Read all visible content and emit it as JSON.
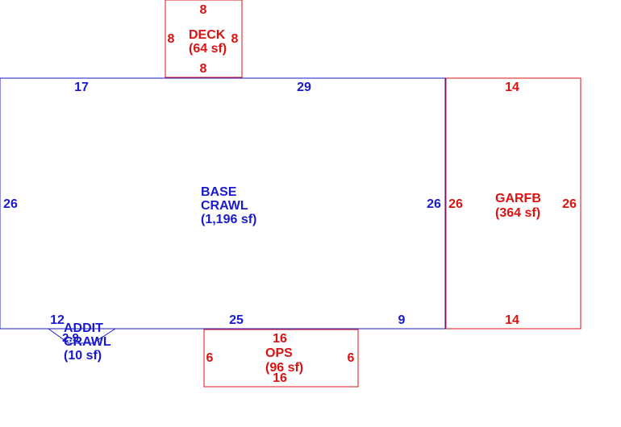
{
  "colors": {
    "base": "#1a1acc",
    "red": "#dd1111"
  },
  "base": {
    "label_1": "BASE",
    "label_2": "CRAWL",
    "area": "(1,196 sf)",
    "dim_top_left": "17",
    "dim_top_right": "29",
    "dim_left": "26",
    "dim_right": "26",
    "dim_bottom_left": "12",
    "dim_bottom_mid": "25",
    "dim_bottom_right": "9"
  },
  "deck": {
    "label": "DECK",
    "area": "(64 sf)",
    "dim_top": "8",
    "dim_bottom": "8",
    "dim_left": "8",
    "dim_right": "8"
  },
  "garfb": {
    "label": "GARFB",
    "area": "(364 sf)",
    "dim_top": "14",
    "dim_bottom": "14",
    "dim_left": "26",
    "dim_right": "26"
  },
  "ops": {
    "label": "OPS",
    "area": "(96 sf)",
    "dim_top": "16",
    "dim_bottom": "16",
    "dim_left": "6",
    "dim_right": "6"
  },
  "addit": {
    "label_1": "ADDIT",
    "label_2": "CRAWL",
    "area": "(10 sf)",
    "dim_overlap": "2.9"
  }
}
